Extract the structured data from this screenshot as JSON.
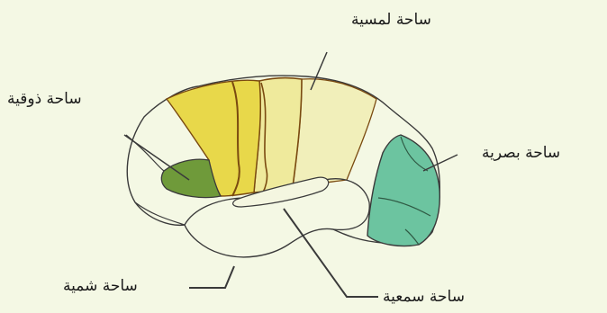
{
  "labels": {
    "touch": "ساحة لمسية",
    "taste": "ساحة ذوقية",
    "visual": "ساحة بصرية",
    "smell": "ساحة شمية",
    "hearing": "ساحة سمعية"
  },
  "colors": {
    "background": "#f4f8e4",
    "outline": "#3a3a3a",
    "motor_strip": "#e8d84a",
    "motor_strip_inner": "#efe160",
    "sensory_strip": "#efea9c",
    "parietal_light": "#f1efba",
    "taste_area": "#6f9a3a",
    "visual_area": "#6cc4a0",
    "divider": "#7a4a10"
  }
}
